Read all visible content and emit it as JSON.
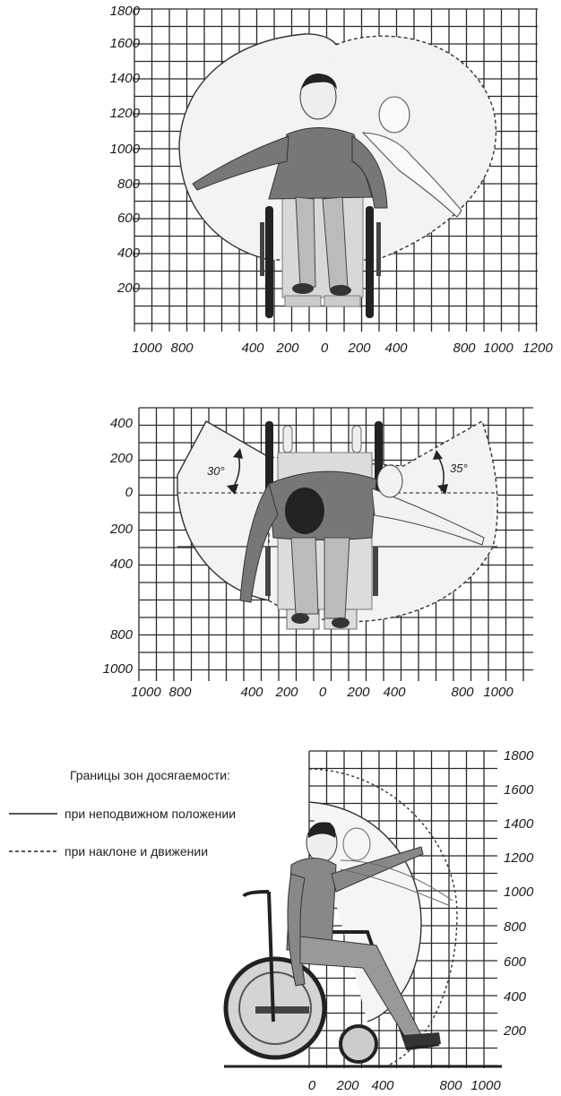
{
  "top_panel": {
    "y_ticks": [
      "1800",
      "1600",
      "1400",
      "1200",
      "1000",
      "800",
      "600",
      "400",
      "200"
    ],
    "x_ticks": [
      "1000",
      "800",
      "400",
      "200",
      "0",
      "200",
      "400",
      "800",
      "1000",
      "1200"
    ]
  },
  "middle_panel": {
    "y_ticks": [
      "400",
      "200",
      "0",
      "200",
      "400",
      "800",
      "1000"
    ],
    "x_ticks": [
      "1000",
      "800",
      "400",
      "200",
      "0",
      "200",
      "400",
      "800",
      "1000"
    ],
    "angle_left": "30°",
    "angle_right": "35°"
  },
  "bottom_panel": {
    "y_ticks": [
      "1800",
      "1600",
      "1400",
      "1200",
      "1000",
      "800",
      "600",
      "400",
      "200"
    ],
    "x_ticks": [
      "0",
      "200",
      "400",
      "800",
      "1000"
    ]
  },
  "legend": {
    "title": "Границы зон досягаемости:",
    "solid_label": "при неподвижном положении",
    "dashed_label": "при наклоне и движении"
  }
}
